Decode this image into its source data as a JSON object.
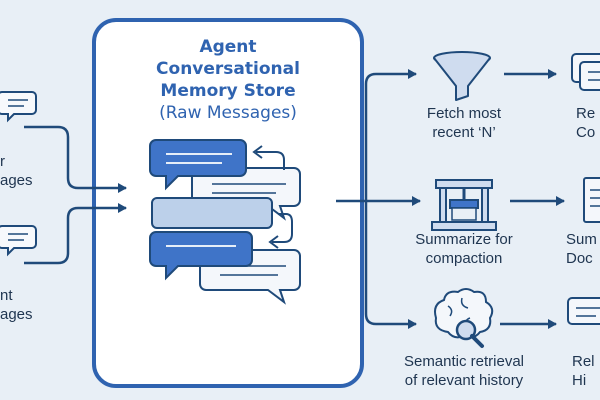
{
  "store": {
    "title_line1": "Agent",
    "title_line2": "Conversational",
    "title_line3": "Memory Store",
    "title_line4": "(Raw Messages)"
  },
  "inputs": [
    {
      "line1": "r",
      "line2": "ages"
    },
    {
      "line1": "nt",
      "line2": "ages"
    }
  ],
  "outputs": [
    {
      "label_line1": "Fetch most",
      "label_line2": "recent ‘N’",
      "result_line1": "Re",
      "result_line2": "Co"
    },
    {
      "label_line1": "Summarize for",
      "label_line2": "compaction",
      "result_line1": "Sum",
      "result_line2": "Doc"
    },
    {
      "label_line1": "Semantic retrieval",
      "label_line2": "of relevant history",
      "result_line1": "Rel",
      "result_line2": "Hi"
    }
  ],
  "colors": {
    "background": "#e8eff6",
    "accent": "#2f63b0",
    "line": "#1f4a7a",
    "bubble_dark": "#3f74c8",
    "bubble_light": "#f4f7fb"
  },
  "icons": [
    "chat-bubble-icon",
    "funnel-icon",
    "press-icon",
    "brain-search-icon",
    "document-icon"
  ]
}
